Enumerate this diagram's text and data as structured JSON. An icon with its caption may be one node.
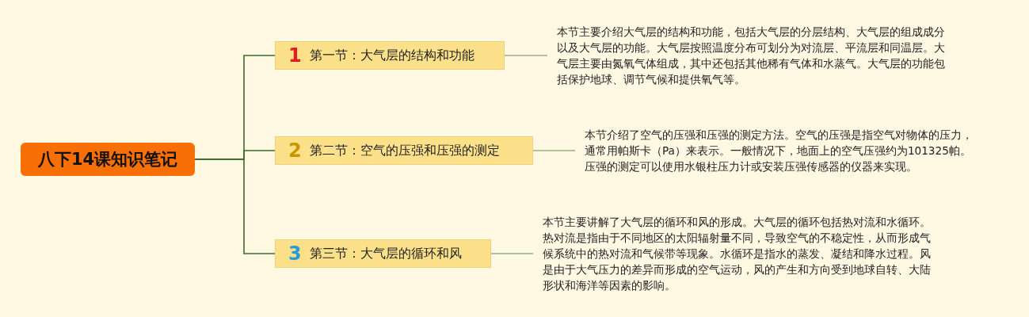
{
  "diagram": {
    "nodes": [
      {
        "text": [
          "八下14课知识笔记"
        ]
      },
      {
        "text": [
          "1",
          "第一节：大气层的结构和功能"
        ]
      },
      {
        "text": [
          "2",
          "第二节：空气的压强和压强的测定"
        ]
      },
      {
        "text": [
          "3",
          "第三节：大气层的循环和风"
        ]
      },
      {
        "text": [
          "本节主要介绍大气层的结构和功能，包括大气层的分层结构、大气层的组成成分以及大气层的功能。大气层按照温度分布可划分为对流层、平流层和同温层。大气层主要由氮氧气体组成，其中还包括其他稀有气体和水蒸气。大气层的功能包括保护地球、调节气候和提供氧气等。"
        ]
      },
      {
        "text": [
          "本节介绍了空气的压强和压强的测定方法。空气的压强是指空气对物体的压力，通常用帕斯卡（Pa）来表示。一般情况下，地面上的空气压强约为101325帕。压强的测定可以使用水银柱压力计或安装压强传感器的仪器来实现。"
        ]
      },
      {
        "text": [
          "本节主要讲解了大气层的循环和风的形成。大气层的循环包括热对流和水循环。热对流是指由于不同地区的太阳辐射量不同，导致空气的不稳定性，从而形成气候系统中的热对流和气候带等现象。水循环是指水的蒸发、凝结和降水过程。风是由于大气压力的差异而形成的空气运动，风的产生和方向受到地球自转、大陆形状和海洋等因素的影响。"
        ]
      }
    ],
    "edges": [
      {
        "from": 0,
        "to": 1,
        "arrow": "none"
      },
      {
        "from": 0,
        "to": 2,
        "arrow": "none"
      },
      {
        "from": 0,
        "to": 3,
        "arrow": "none"
      },
      {
        "from": 1,
        "to": 4,
        "arrow": "none"
      },
      {
        "from": 2,
        "to": 5,
        "arrow": "none"
      },
      {
        "from": 3,
        "to": 6,
        "arrow": "none"
      }
    ]
  }
}
